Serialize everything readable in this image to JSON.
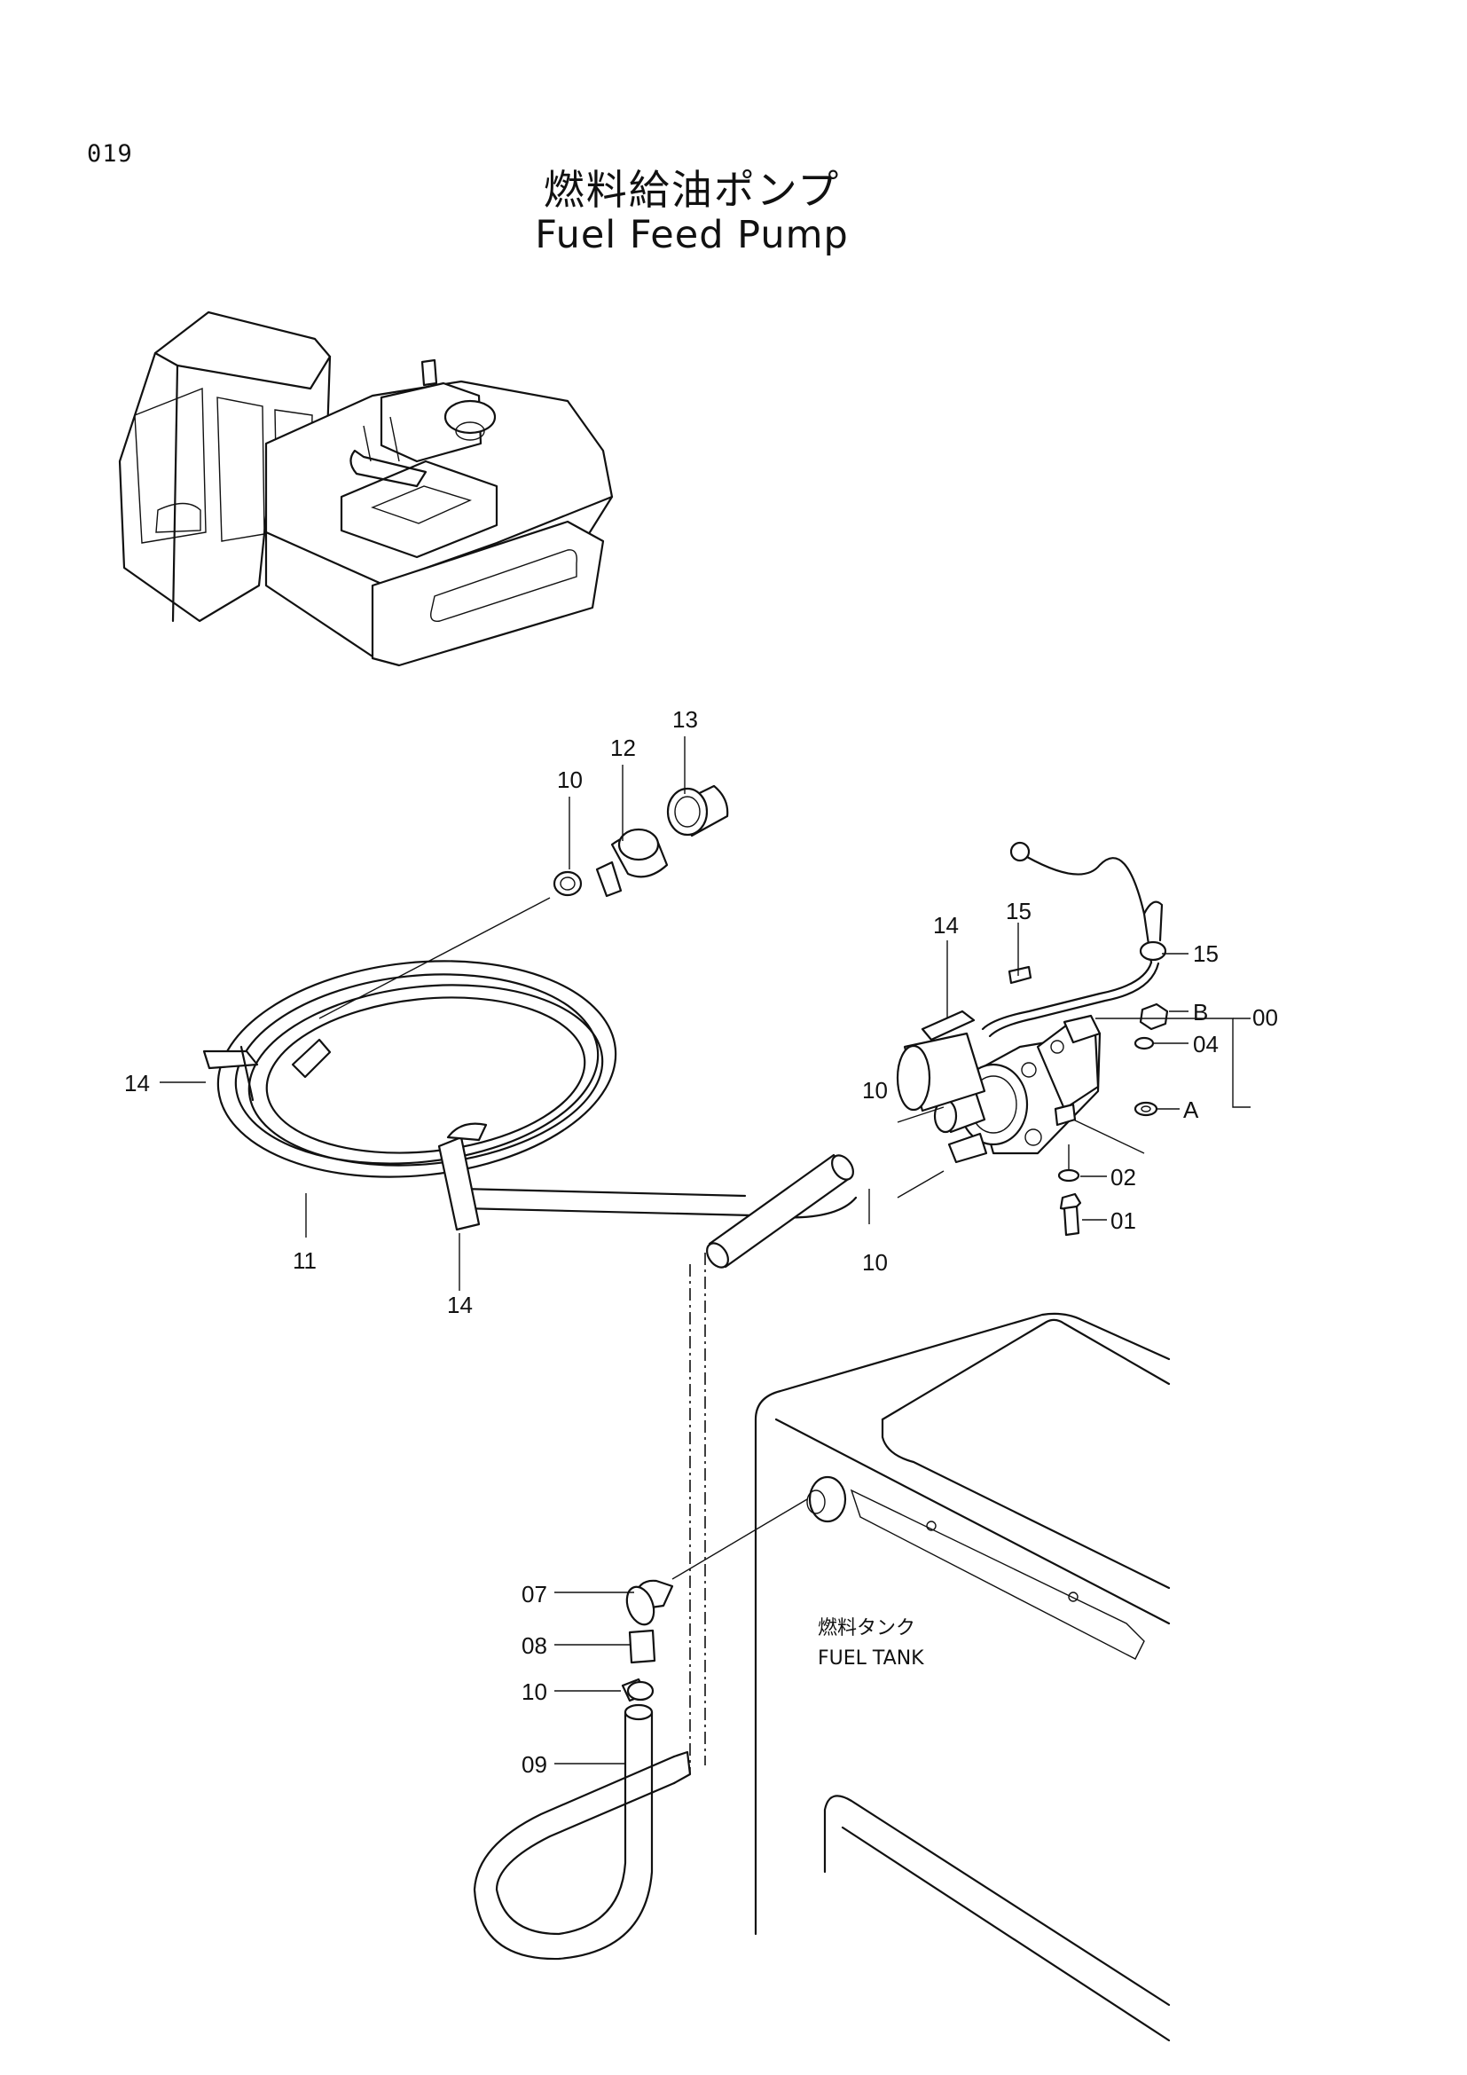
{
  "page": {
    "number": "019",
    "title_ja": "燃料給油ポンプ",
    "title_en": "Fuel Feed Pump"
  },
  "tank_label": {
    "ja": "燃料タンク",
    "en": "FUEL TANK"
  },
  "callouts": {
    "c00": "00",
    "c01": "01",
    "c02": "02",
    "c04": "04",
    "cA": "A",
    "cB": "B",
    "c07": "07",
    "c08": "08",
    "c09": "09",
    "c10a": "10",
    "c10b": "10",
    "c10c": "10",
    "c10d": "10",
    "c11": "11",
    "c12": "12",
    "c13": "13",
    "c14a": "14",
    "c14b": "14",
    "c14c": "14",
    "c15a": "15",
    "c15b": "15"
  }
}
